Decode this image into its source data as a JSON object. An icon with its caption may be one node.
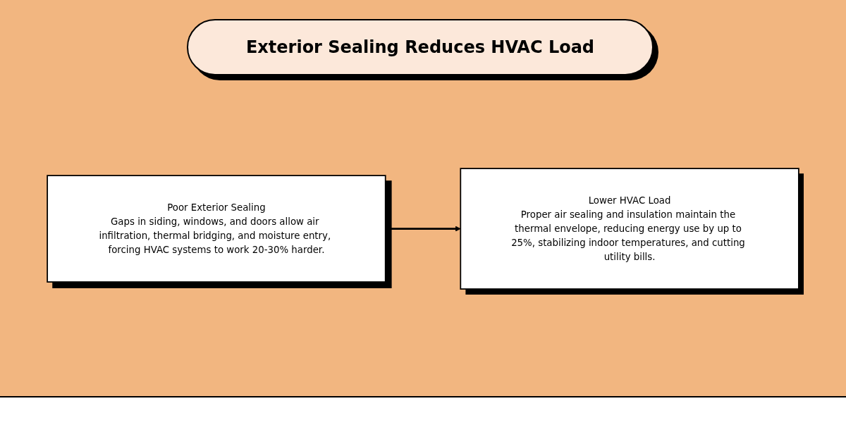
{
  "diagram": {
    "title": "Exterior Sealing Reduces HVAC Load",
    "nodes": [
      {
        "text": [
          "Poor Exterior Sealing",
          "Gaps in siding, windows, and doors allow air infiltration, thermal bridging, and moisture entry, forcing HVAC systems to work 20-30% harder."
        ]
      },
      {
        "text": [
          "Lower HVAC Load",
          "Proper air sealing and insulation maintain the thermal envelope, reducing energy use by up to 25%, stabilizing indoor temperatures, and cutting utility bills."
        ]
      }
    ],
    "edges": [
      {
        "from": 0,
        "to": 1,
        "arrow": "to"
      }
    ]
  }
}
